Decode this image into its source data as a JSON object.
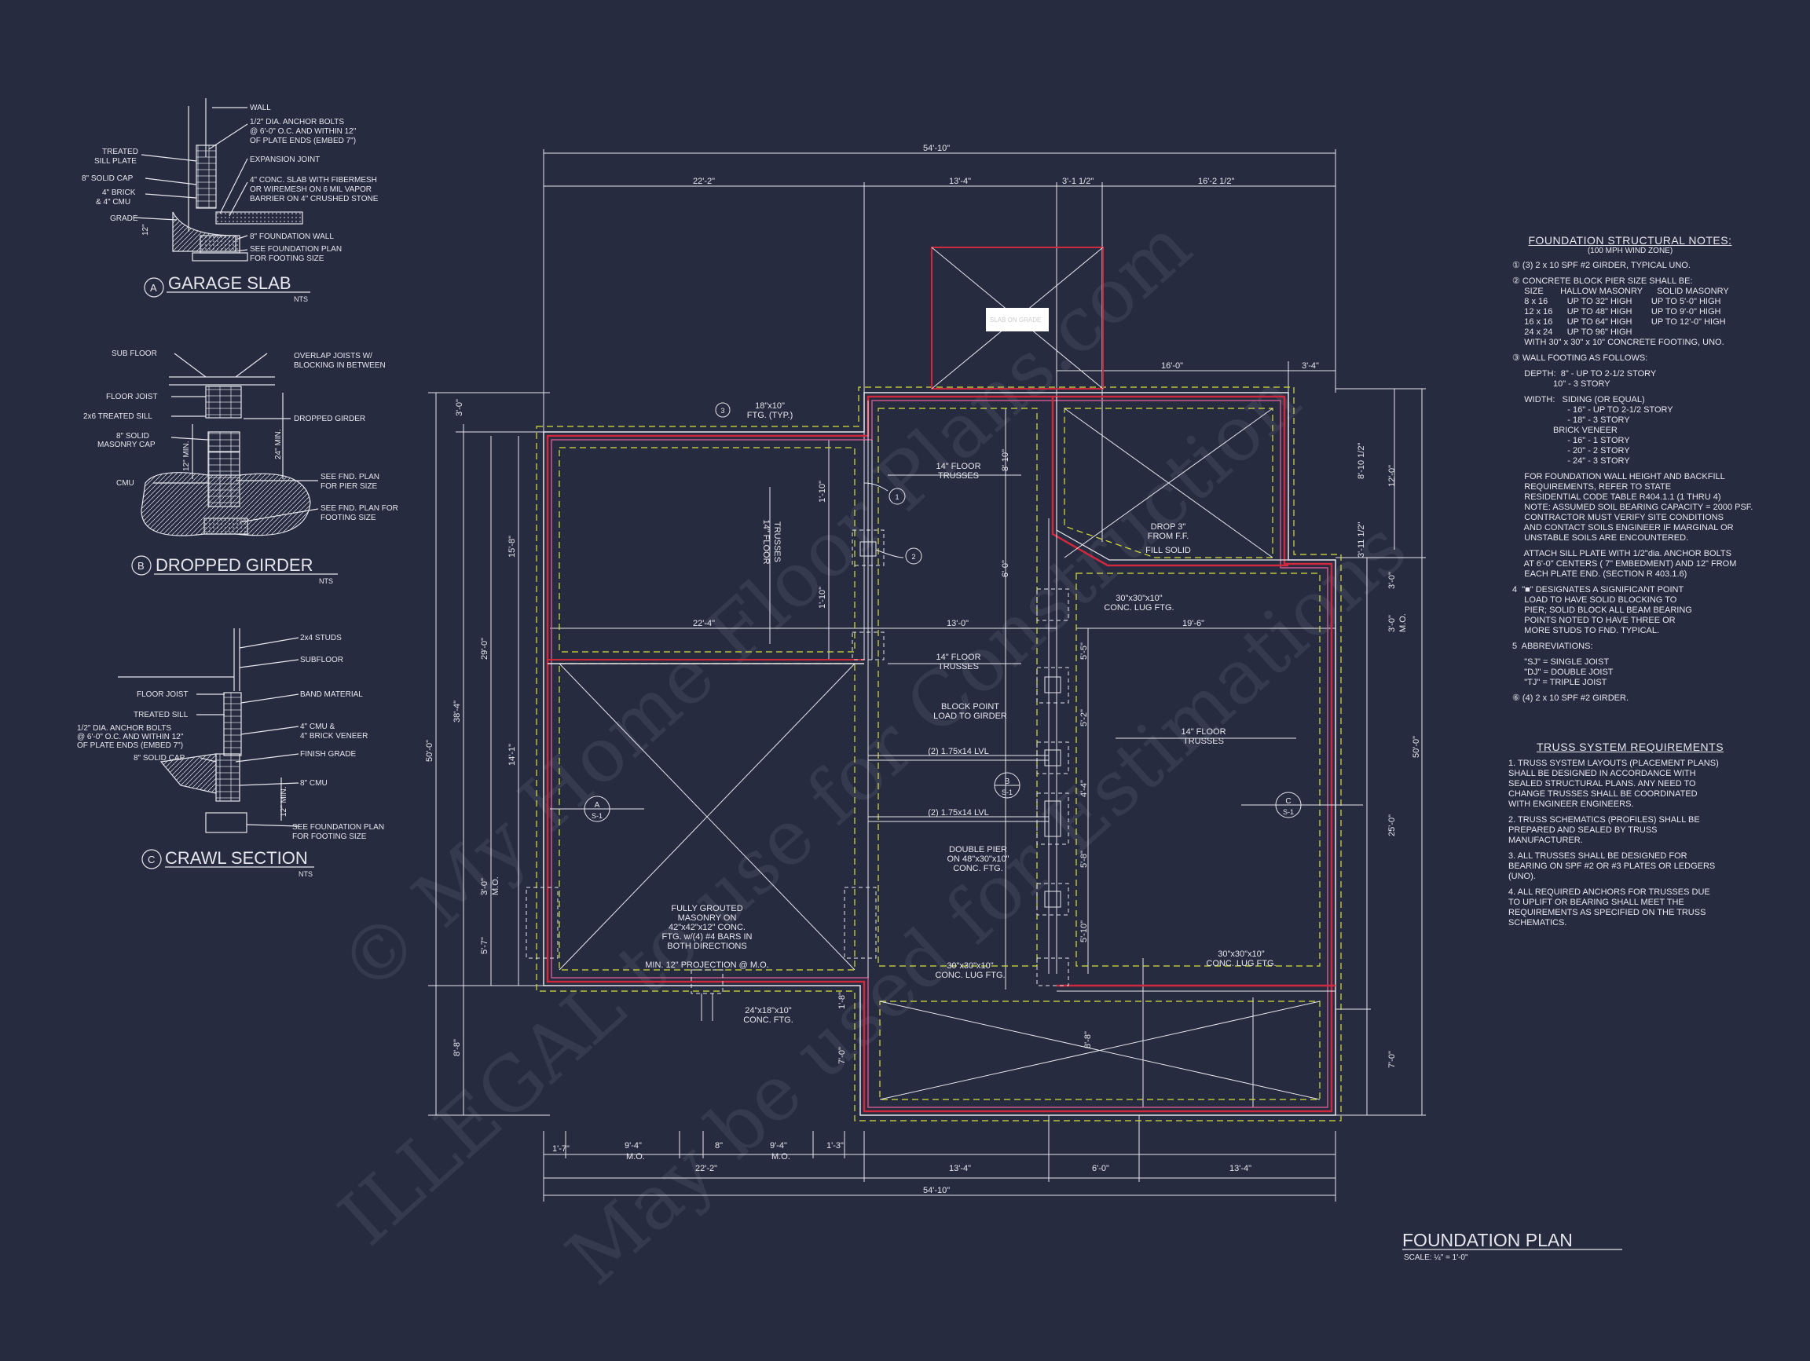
{
  "colors": {
    "background": "#262b40",
    "line": "#e6e6ec",
    "wall_red": "#d0283c",
    "dash_yellow": "#d8e03a",
    "pink": "#c85a8c",
    "watermark": "#ffffff"
  },
  "watermark": {
    "line1": "© My Home Floor Plans.com",
    "line2": "ILLEGAL to use for Construction",
    "line3": "May be used for Estimations"
  },
  "details": {
    "garage_slab": {
      "letter": "A",
      "title": "GARAGE SLAB",
      "scale": "NTS",
      "labels": [
        "WALL",
        "1/2\" DIA. ANCHOR BOLTS",
        "@ 6'-0\" O.C. AND WITHIN 12\"",
        "OF PLATE ENDS (EMBED 7\")",
        "TREATED",
        "SILL PLATE",
        "EXPANSION JOINT",
        "8\" SOLID CAP",
        "4\" CONC. SLAB WITH FIBERMESH",
        "OR WIREMESH ON 6 MIL VAPOR",
        "BARRIER ON 4\" CRUSHED STONE",
        "4\" BRICK",
        "& 4\" CMU",
        "GRADE",
        "8\" FOUNDATION WALL",
        "SEE FOUNDATION PLAN",
        "FOR FOOTING SIZE",
        "12\""
      ]
    },
    "dropped_girder": {
      "letter": "B",
      "title": "DROPPED GIRDER",
      "scale": "NTS",
      "labels": [
        "SUB FLOOR",
        "OVERLAP JOISTS W/",
        "BLOCKING IN BETWEEN",
        "FLOOR JOIST",
        "2x6 TREATED SILL",
        "DROPPED GIRDER",
        "8\" SOLID",
        "MASONRY CAP",
        "12\" MIN.",
        "24\" MIN.",
        "CMU",
        "SEE FND. PLAN",
        "FOR PIER SIZE",
        "SEE FND. PLAN FOR",
        "FOOTING SIZE"
      ]
    },
    "crawl_section": {
      "letter": "C",
      "title": "CRAWL SECTION",
      "scale": "NTS",
      "labels": [
        "2x4 STUDS",
        "SUBFLOOR",
        "FLOOR JOIST",
        "BAND MATERIAL",
        "TREATED SILL",
        "1/2\" DIA. ANCHOR BOLTS",
        "@ 6'-0\" O.C. AND WITHIN 12\"",
        "OF PLATE ENDS (EMBED 7\")",
        "4\" CMU &",
        "4\" BRICK VENEER",
        "8\" SOLID CAP",
        "FINISH GRADE",
        "8\" CMU",
        "12\" MIN.",
        "SEE FOUNDATION PLAN",
        "FOR FOOTING SIZE"
      ]
    }
  },
  "plan": {
    "title": "FOUNDATION PLAN",
    "scale": "SCALE: ¼\" = 1'-0\"",
    "dims_top": [
      "54'-10\"",
      "22'-2\"",
      "13'-4\"",
      "3'-1 1/2\"",
      "16'-2 1/2\"",
      "16'-0\"",
      "3'-4\""
    ],
    "dims_bottom": [
      "1'-7\"",
      "9'-4\"",
      "M.O.",
      "8\"",
      "9'-4\"",
      "M.O.",
      "1'-3\"",
      "22'-2\"",
      "13'-4\"",
      "6'-0\"",
      "13'-4\"",
      "54'-10\""
    ],
    "dims_left": [
      "3'-0\"",
      "15'-8\"",
      "29'-0\"",
      "38'-4\"",
      "50'-0\"",
      "14'-1\"",
      "3'-0\"",
      "M.O.",
      "5'-7\"",
      "8'-8\""
    ],
    "dims_right": [
      "8'-10 1/2\"",
      "12'-0\"",
      "3'-11 1/2\"",
      "3'-0\"",
      "3'-0\"",
      "M.O.",
      "50'-0\"",
      "25'-0\"",
      "7'-0\""
    ],
    "dims_inner": [
      "22'-4\"",
      "13'-0\"",
      "19'-6\"",
      "1'-10\"",
      "1'-10\"",
      "8'-10\"",
      "6'-0\"",
      "5'-5\"",
      "5'-2\"",
      "4'-4\"",
      "5'-8\"",
      "5'-10\"",
      "8'-8\"",
      "7'-0\"",
      "1'-8\""
    ],
    "labels": {
      "footing_typ": "18\"x10\"",
      "footing_typ2": "FTG. (TYP.)",
      "tag3": "3",
      "trusses_a": "14\" FLOOR",
      "trusses_a2": "TRUSSES",
      "trusses_v": "14\" FLOOR",
      "trusses_v2": "TRUSSES",
      "trusses_b": "14\" FLOOR",
      "trusses_b2": "TRUSSES",
      "trusses_c": "14\" FLOOR",
      "trusses_c2": "TRUSSES",
      "tag1": "1",
      "tag2": "2",
      "drop": "DROP 3\"",
      "drop2": "FROM F.F.",
      "fill": "FILL SOLID",
      "lug1": "30\"x30\"x10\"",
      "lug1b": "CONC. LUG FTG.",
      "lug2": "30\"x30\"x10\"",
      "lug2b": "CONC. LUG FTG.",
      "lug3": "30\"x30\"x10\"",
      "lug3b": "CONC. LUG FTG.",
      "block1": "BLOCK POINT",
      "block2": "LOAD TO GIRDER",
      "lvl1": "(2) 1.75x14 LVL",
      "lvl2": "(2) 1.75x14 LVL",
      "dpier1": "DOUBLE PIER",
      "dpier2": "ON 48\"x30\"x10\"",
      "dpier3": "CONC. FTG.",
      "grout1": "FULLY GROUTED",
      "grout2": "MASONRY ON",
      "grout3": "42\"x42\"x12\" CONC.",
      "grout4": "FTG. w/(4) #4 BARS IN",
      "grout5": "BOTH DIRECTIONS",
      "projection": "MIN. 12\" PROJECTION @ M.O.",
      "ftg24": "24\"x18\"x10\"",
      "ftg24b": "CONC. FTG.",
      "secA": "A",
      "secA2": "S-1",
      "secB": "B",
      "secB2": "S-1",
      "secC": "C",
      "secC2": "S-1",
      "porch_tag": "SLAB ON GRADE"
    }
  },
  "foundation_notes": {
    "title": "FOUNDATION STRUCTURAL NOTES:",
    "subtitle": "(100 MPH WIND ZONE)",
    "lines": [
      "① (3) 2 x 10 SPF #2 GIRDER, TYPICAL UNO.",
      "",
      "② CONCRETE BLOCK PIER SIZE SHALL BE:",
      "     SIZE       HALLOW MASONRY      SOLID MASONRY",
      "     8 x 16        UP TO 32\" HIGH        UP TO 5'-0\" HIGH",
      "     12 x 16      UP TO 48\" HIGH        UP TO 9'-0\" HIGH",
      "     16 x 16      UP TO 64\" HIGH        UP TO 12'-0\" HIGH",
      "     24 x 24      UP TO 96\" HIGH",
      "     WITH 30\" x 30\" x 10\" CONCRETE FOOTING, UNO.",
      "",
      "③ WALL FOOTING AS FOLLOWS:",
      "",
      "     DEPTH:  8\" - UP TO 2-1/2 STORY",
      "                 10\" - 3 STORY",
      "",
      "     WIDTH:   SIDING (OR EQUAL)",
      "                       - 16\" - UP TO 2-1/2 STORY",
      "                       - 18\" - 3 STORY",
      "                 BRICK VENEER",
      "                       - 16\" - 1 STORY",
      "                       - 20\" - 2 STORY",
      "                       - 24\" - 3 STORY",
      "",
      "     FOR FOUNDATION WALL HEIGHT AND BACKFILL",
      "     REQUIREMENTS, REFER TO STATE",
      "     RESIDENTIAL CODE TABLE R404.1.1 (1 THRU 4)",
      "     NOTE: ASSUMED SOIL BEARING CAPACITY = 2000 PSF.",
      "     CONTRACTOR MUST VERIFY SITE CONDITIONS",
      "     AND CONTACT SOILS ENGINEER IF MARGINAL OR",
      "     UNSTABLE SOILS ARE ENCOUNTERED.",
      "",
      "     ATTACH SILL PLATE WITH 1/2\"dia. ANCHOR BOLTS",
      "     AT 6'-0\" CENTERS ( 7\" EMBEDMENT) AND 12\" FROM",
      "     EACH PLATE END. (SECTION R 403.1.6)",
      "",
      "4  \"■\" DESIGNATES A SIGNIFICANT POINT",
      "     LOAD TO HAVE SOLID BLOCKING TO",
      "     PIER; SOLID BLOCK ALL BEAM BEARING",
      "     POINTS NOTED TO HAVE THREE OR",
      "     MORE STUDS TO FND. TYPICAL.",
      "",
      "5  ABBREVIATIONS:",
      "",
      "     \"SJ\" = SINGLE JOIST",
      "     \"DJ\" = DOUBLE JOIST",
      "     \"TJ\" = TRIPLE JOIST",
      "",
      "⑥ (4) 2 x 10 SPF #2 GIRDER."
    ]
  },
  "truss_notes": {
    "title": "TRUSS SYSTEM REQUIREMENTS",
    "lines": [
      "1. TRUSS SYSTEM LAYOUTS (PLACEMENT PLANS)",
      "SHALL BE DESIGNED IN ACCORDANCE WITH",
      "SEALED STRUCTURAL PLANS. ANY NEED TO",
      "CHANGE TRUSSES SHALL BE COORDINATED",
      "WITH ENGINEER ENGINEERS.",
      "",
      "2. TRUSS SCHEMATICS (PROFILES) SHALL BE",
      "PREPARED AND SEALED BY TRUSS",
      "MANUFACTURER.",
      "",
      "3. ALL TRUSSES SHALL BE DESIGNED FOR",
      "BEARING ON SPF #2 OR #3 PLATES OR LEDGERS",
      "(UNO).",
      "",
      "4. ALL REQUIRED ANCHORS FOR TRUSSES DUE",
      "TO UPLIFT OR BEARING SHALL MEET THE",
      "REQUIREMENTS AS SPECIFIED ON THE TRUSS",
      "SCHEMATICS."
    ]
  }
}
